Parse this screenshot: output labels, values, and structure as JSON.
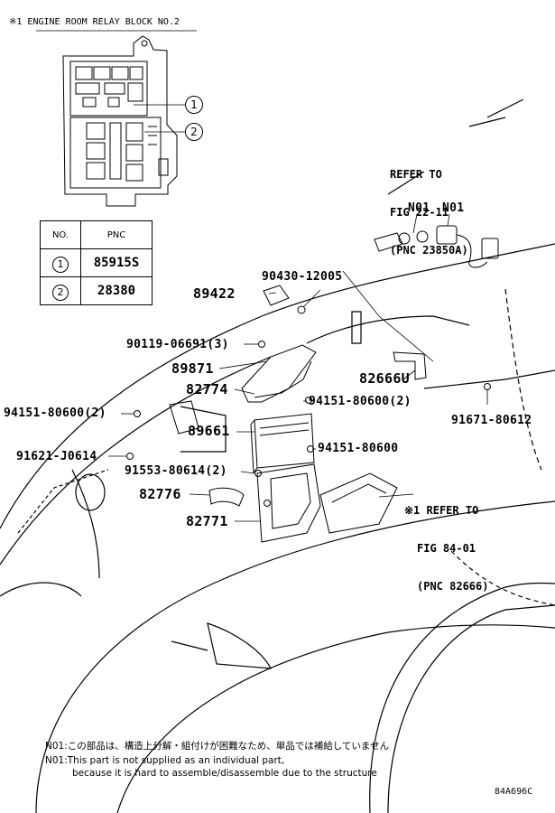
{
  "header": {
    "title": "※1 ENGINE ROOM RELAY BLOCK NO.2"
  },
  "relay_block": {
    "callouts": [
      "1",
      "2"
    ]
  },
  "pnc_table": {
    "headers": [
      "NO.",
      "PNC"
    ],
    "rows": [
      {
        "no": "1",
        "pnc": "85915S"
      },
      {
        "no": "2",
        "pnc": "28380"
      }
    ]
  },
  "references": {
    "fig22": {
      "line1": "REFER TO",
      "line2": "FIG 22-11",
      "line3": "(PNC 23850A)"
    },
    "fig84": {
      "line1": "※1 REFER TO",
      "line2": "FIG 84-01",
      "line3": "(PNC 82666)"
    },
    "n01_a": "N01",
    "n01_b": "N01"
  },
  "part_labels": {
    "p90430": "90430-12005",
    "p89422": "89422",
    "p90119": "90119-06691(3)",
    "p89871": "89871",
    "p82666U": "82666U",
    "p82774": "82774",
    "p94151_left": "94151-80600(2)",
    "p94151_right2": "94151-80600(2)",
    "p91671": "91671-80612",
    "p89661": "89661",
    "p94151_right": "94151-80600",
    "p91621": "91621-J0614",
    "p91553": "91553-80614(2)",
    "p82776": "82776",
    "p82771": "82771"
  },
  "notes": {
    "jp": "N01:この部品は、構造上分解・組付けが困難なため、単品では補給していません",
    "en1": "N01:This part is not supplied as an individual part,",
    "en2": "because it is hard to assemble/disassemble due to the structure"
  },
  "figure_code": "84A696C"
}
